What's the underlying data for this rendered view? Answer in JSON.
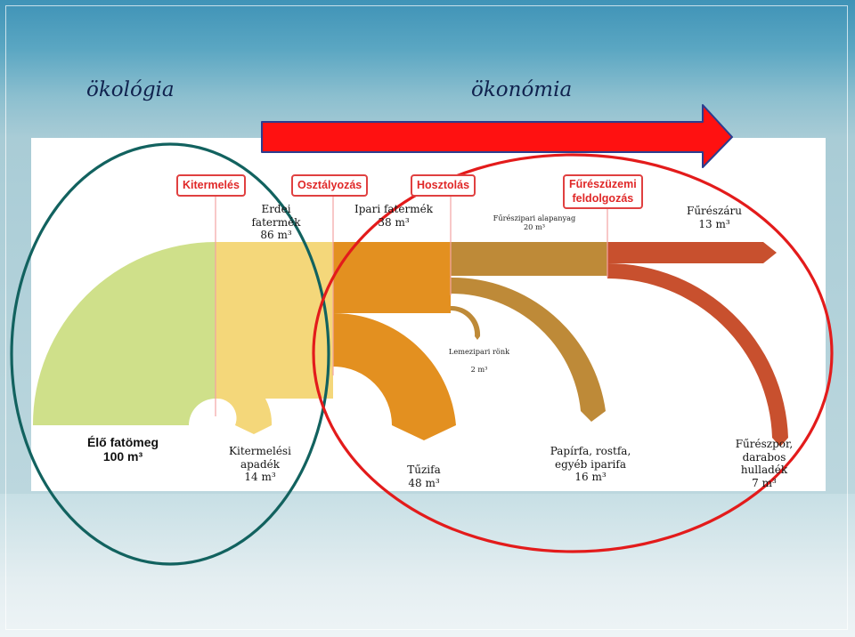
{
  "headings": {
    "left": "ökológia",
    "right": "ökonómia"
  },
  "stages": [
    {
      "label": "Kitermelés"
    },
    {
      "label": "Osztályozás"
    },
    {
      "label": "Hosztolás"
    },
    {
      "label": "Fűrészüzemi",
      "label2": "feldolgozás"
    }
  ],
  "flows": {
    "erdei": {
      "line1": "Erdei",
      "line2": "fatermék",
      "value": "86 m³"
    },
    "ipari": {
      "line1": "Ipari fatermék",
      "value": "38 m³"
    },
    "alap": {
      "line1": "Fűrészipari alapanyag",
      "value": "20 m³"
    },
    "fureszaru": {
      "line1": "Fűrészáru",
      "value": "13 m³"
    },
    "lemez": {
      "line1": "Lemezipari rönk",
      "value": "2 m³"
    },
    "elo": {
      "line1": "Élő fatömeg",
      "value": "100 m³"
    },
    "apadek": {
      "line1": "Kitermelési",
      "line2": "apadék",
      "value": "14 m³"
    },
    "tuzifa": {
      "line1": "Tűzifa",
      "value": "48 m³"
    },
    "papir": {
      "line1": "Papírfa, rostfa,",
      "line2": "egyéb iparifa",
      "value": "16 m³"
    },
    "forgacs": {
      "line1": "Fűrészpor,",
      "line2": "darabos",
      "line3": "hulladék",
      "value": "7 m³"
    }
  },
  "colors": {
    "stage1": "#cfe08a",
    "stage2": "#f4d77a",
    "stage3": "#e39020",
    "stage4": "#be8a38",
    "stage5": "#c8502e",
    "arrow": "#ff1111",
    "ellipse_left": "#12625f",
    "ellipse_right": "#e31b1b",
    "stage_box": "#e02828"
  }
}
